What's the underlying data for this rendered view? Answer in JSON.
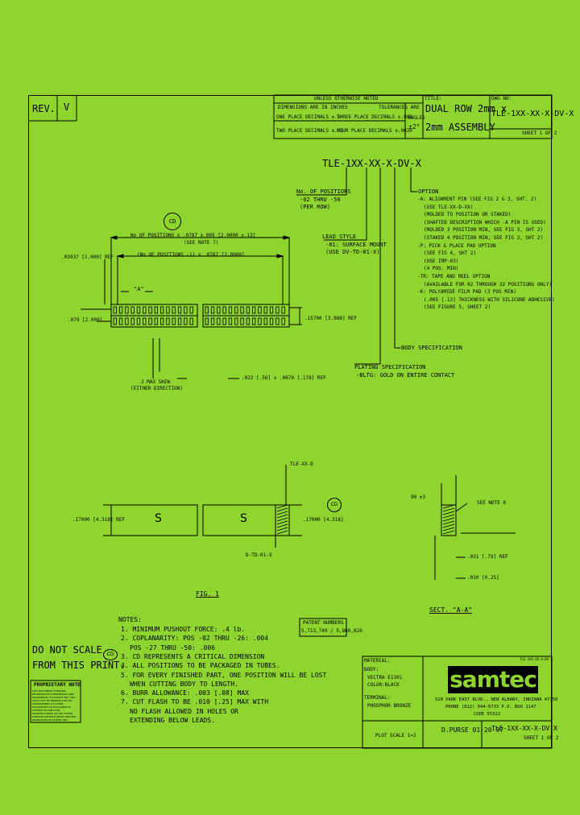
{
  "title_block": {
    "rev_label": "REV.",
    "rev_value": "V",
    "tol_head_1": "UNLESS OTHERWISE NOTED",
    "tol_head_2": "DIMENSIONS ARE IN INCHES",
    "tol_head_3": "TOLERANCES ARE",
    "one_place": "ONE PLACE DECIMALS ±.1",
    "two_place": "TWO PLACE DECIMALS ±.01",
    "three_place": "THREE PLACE DECIMALS ±.005",
    "four_place": "FOUR PLACE DECIMALS ±.0020",
    "angles_label": "ANGLES",
    "angles_value": "±2°",
    "title_label": "TITLE:",
    "title_line1": "DUAL ROW 2mm x",
    "title_line2": "2mm ASSEMBLY",
    "dwg_label": "DWG NO:",
    "dwg_no": "TLE-1XX-XX-X-DV-X",
    "sheet": "SHEET 1 OF 2"
  },
  "part_number": {
    "code": "TLE-1XX-XX-X-DV-X",
    "positions_title": "No. OF POSITIONS",
    "positions_1": "-02 THRU -50",
    "positions_2": "(PER ROW)",
    "lead_title": "LEAD STYLE",
    "lead_1": "-01: SURFACE MOUNT",
    "lead_2": "(USE DV-TD-01-X)",
    "plating_title": "PLATING SPECIFICATION",
    "plating_1": "-BLTG: GOLD ON ENTIRE CONTACT",
    "body_spec": "BODY SPECIFICATION",
    "option_title": "OPTION",
    "options": [
      "-A: ALIGNMENT PIN (SEE FIG 2 & 3, SHT. 2)",
      "(USE TLE-XX-D-XX)",
      "(MOLDED TO POSITION OR STAKED)",
      "(SHAFTED DESCRIPTION WHICH -A PIN IS USED)",
      "(MOLDED 3 POSITION MIN, SEE FIG 3, SHT 2)",
      "(STAKED 4 POSITION MIN, SEE FIG 3, SHT 2)",
      "-P: PICK & PLACE PAD OPTION",
      "(SEE FIG 4, SHT 2)",
      "(USE IMP-03)",
      "(4 POS. MIN)",
      "-TR: TAPE AND REEL OPTION",
      "(AVAILABLE FOR 02 THROUGH 32 POSITIONS ONLY)",
      "-K: POLYAMIDE FILM PAD (3 POS MIN)",
      "(.005 [.13] THICKNESS WITH SILICONE ADHESIVE)",
      "(SEE FIGURE 5, SHEET 2)"
    ]
  },
  "dims": {
    "overall": "No OF POSITIONS x .0787 ±.005 [2.0000 ±.13]",
    "see_note": "(SEE NOTE 7)",
    "inner": "(No OF POSITIONS -1) x .0787 [2.0000]",
    "left_ref": ".03937 [1.000] REF",
    "pitch": ".079 [2.000]",
    "height_ref": ".15700 [3.988] REF",
    "a_label": "\"A\"",
    "skew": "2 MAX SKEW",
    "skew_sub": "(EITHER DIRECTION)",
    "lead_w": ".022 [.56] x .0070 [.178] REF",
    "critical_mark": "CD",
    "body_left": ".17000 [4.318] REF",
    "body_right": ".17000 [4.318]",
    "s_mark": "S",
    "part_top": "TLE-XX-D",
    "part_bot": "D-TD-01-X",
    "fig": "FIG. 1",
    "sect_angle": "90 ±3",
    "see_note6": "SEE NOTE 6",
    "dim_031": ".031 [.79] REF",
    "dim_010": ".010 [0.25]",
    "sect": "SECT. \"A-A\""
  },
  "notes": {
    "title": "NOTES:",
    "items": [
      "1. MINIMUM PUSHOUT FORCE: .4 lb.",
      "2. COPLANARITY: POS -02 THRU -26: .004",
      "POS -27 THRU -50: .006",
      "3. CD REPRESENTS A CRITICAL DIMENSION",
      "4. ALL POSITIONS TO BE PACKAGED IN TUBES.",
      "5. FOR EVERY FINISHED PART, ONE POSITION WILL BE LOST",
      "WHEN CUTTING BODY TO LENGTH.",
      "6. BURR ALLOWANCE: .003 [.08] MAX",
      "7. CUT FLASH TO BE .010 [.25] MAX WITH",
      "NO FLASH ALLOWED IN HOLES OR",
      "EXTENDING BELOW LEADS."
    ],
    "patent_title": "PATENT NUMBERS",
    "patent_value": "5,713,749 / 5,860,826",
    "do_not_scale_1": "DO NOT SCALE",
    "do_not_scale_2": "FROM THIS PRINT.",
    "proprietary_title": "PROPRIETARY NOTE",
    "proprietary_text": "THIS DOCUMENT CONTAINS INFORMATION CONFIDENTIAL AND PROPRIETARY TO SAMTEC INC. AND SHALL NOT BE REPRODUCED OR TRANSFERRED TO OTHER DOCUMENTS OR DISCLOSED TO OTHERS OR USED FOR MANUFACTURING OR ANY OTHER PURPOSE WITHOUT PRIOR WRITTEN PERMISSION OF SAMTEC INC."
  },
  "materials": {
    "title": "MATERIAL:",
    "body_label": "BODY:",
    "body_1": "VECTRA E130i",
    "body_2": "COLOR:BLACK",
    "terminal_label": "TERMINAL:",
    "terminal_1": "PHOSPHOR BRONZE",
    "plot_scale": "PLOT SCALE 1=2"
  },
  "company": {
    "logo": "samtec",
    "corner": "TLE-1XX-XX-X-DV-X",
    "addr1": "520 PARK EAST BLVD., NEW ALBANY, INDIANA 47150",
    "addr2": "PHONE (812) 944-6733  P.O. BOX 1147",
    "addr3": "CODE 55322",
    "drawn": "D.PURSE 01-20-97",
    "dwg_no": "TLE-1XX-XX-X-DV-X",
    "sheet": "SHEET 1 OF 2"
  }
}
